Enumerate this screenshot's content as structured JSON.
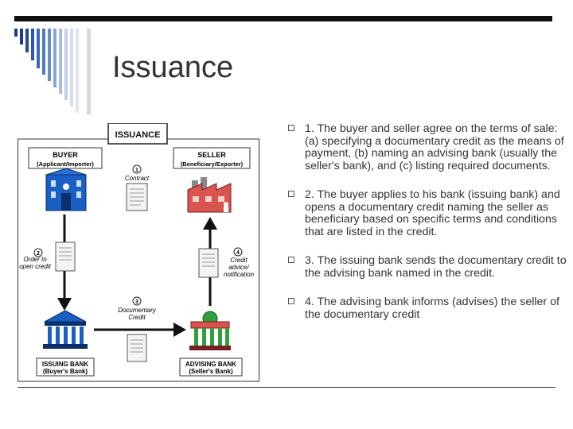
{
  "slide": {
    "title": "Issuance",
    "bullets": [
      "1. The buyer and seller agree on the terms of sale: (a) specifying a documentary credit as the means of payment, (b) naming an advising bank (usually the seller's bank), and (c) listing required documents.",
      "2. The buyer applies to his bank (issuing bank) and opens a documentary credit naming the seller as beneficiary based on specific terms and conditions that are listed in the credit.",
      "3. The issuing bank sends the documentary credit to the advising bank named in the credit.",
      "4. The advising bank informs (advises) the seller of the documentary credit"
    ]
  },
  "diagram": {
    "heading": "ISSUANCE",
    "buyer": {
      "name": "BUYER",
      "role": "(Applicant/Importer)"
    },
    "seller": {
      "name": "SELLER",
      "role": "(Beneficiary/Exporter)"
    },
    "issuing_bank": {
      "name": "ISSUING BANK",
      "role": "(Buyer's Bank)"
    },
    "advising_bank": {
      "name": "ADVISING BANK",
      "role": "(Seller's Bank)"
    },
    "steps": {
      "s1": {
        "num": "1",
        "label": "Contract"
      },
      "s2": {
        "num": "2",
        "label1": "Order to",
        "label2": "open credit"
      },
      "s3": {
        "num": "3",
        "label1": "Documentary",
        "label2": "Credit"
      },
      "s4": {
        "num": "4",
        "label1": "Credit",
        "label2": "advice/",
        "label3": "notification"
      }
    }
  },
  "colors": {
    "accent_blue": "#1a5fc4",
    "factory_red": "#d9534f",
    "bank_green": "#2e9e3e"
  }
}
